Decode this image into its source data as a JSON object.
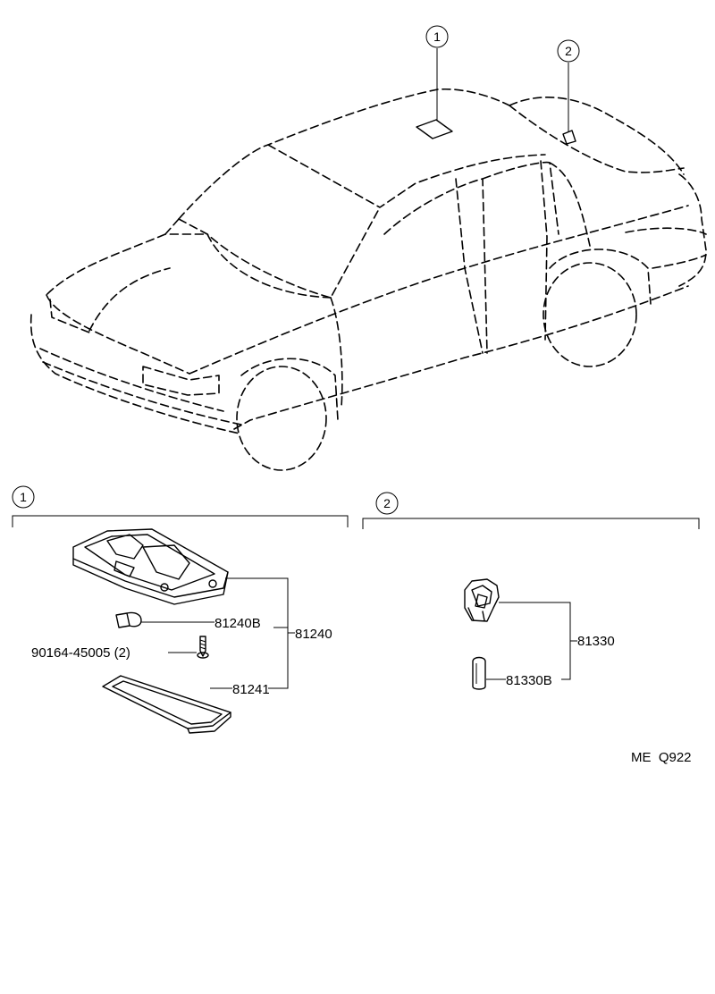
{
  "callouts": {
    "c1": "1",
    "c2": "2"
  },
  "section1": {
    "callout": "1",
    "parts": {
      "p81240b": "81240B",
      "p81240": "81240",
      "p81241": "81241",
      "screw": "90164-45005 (2)"
    }
  },
  "section2": {
    "callout": "2",
    "parts": {
      "p81330": "81330",
      "p81330b": "81330B"
    }
  },
  "drawing_code": "ME  Q922"
}
